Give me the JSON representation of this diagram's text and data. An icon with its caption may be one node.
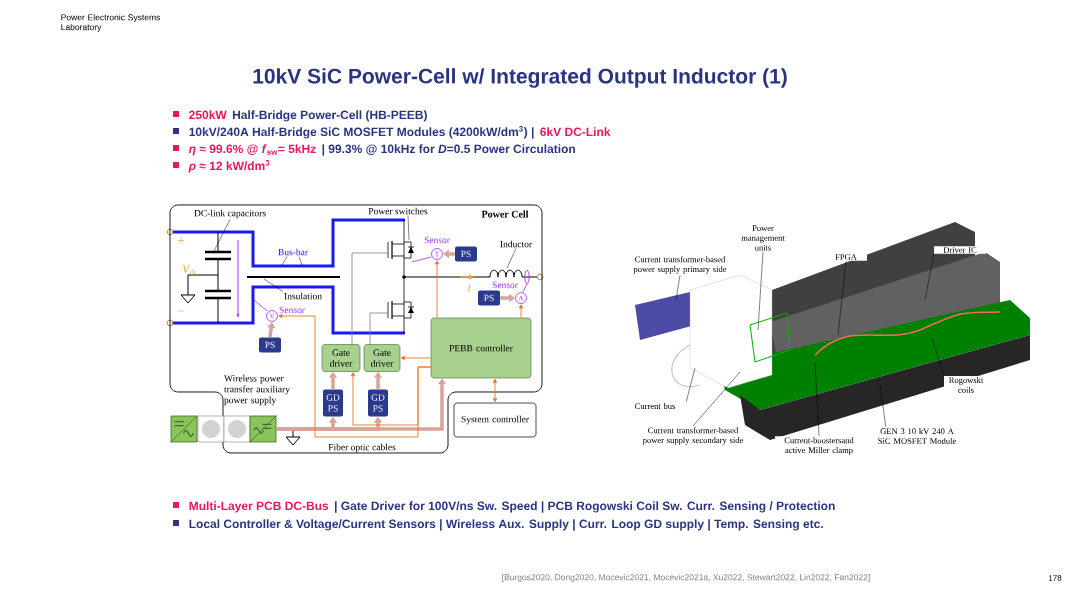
{
  "diagram": {
    "title": "10kV SiC Power-Cell w/ Integrated Output Inductor (1)",
    "nodes": [
      {
        "text": [
          "Power Cell"
        ]
      },
      {
        "text": [
          "DC-link capacitors"
        ],
        "in": 0
      },
      {
        "text": [
          "Power switches"
        ],
        "in": 0
      },
      {
        "text": [
          "Bus-bar"
        ],
        "in": 0
      },
      {
        "text": [
          "Insulation"
        ],
        "in": 0
      },
      {
        "text": [
          "Inductor"
        ],
        "in": 0
      },
      {
        "text": [
          "V"
        ],
        "beside": [
          "Sensor"
        ],
        "in": 0
      },
      {
        "text": [
          "T"
        ],
        "beside": [
          "Sensor"
        ],
        "in": 0
      },
      {
        "text": [
          "A"
        ],
        "beside": [
          "Sensor"
        ],
        "in": 0
      },
      {
        "text": [
          "PS"
        ],
        "in": 0
      },
      {
        "text": [
          "PS"
        ],
        "in": 0
      },
      {
        "text": [
          "PS"
        ],
        "in": 0
      },
      {
        "text": [
          "Gate driver"
        ],
        "in": 0
      },
      {
        "text": [
          "Gate driver"
        ],
        "in": 0
      },
      {
        "text": [
          "PEBB controller"
        ],
        "in": 0
      },
      {
        "text": [
          "GD PS"
        ],
        "in": 0
      },
      {
        "text": [
          "GD PS"
        ],
        "in": 0
      },
      {
        "text": [
          "Wireless power transfer auxiliary power supply"
        ],
        "in": 0
      },
      {
        "text": [
          "System controller"
        ]
      },
      {
        "text": [],
        "shape": "box"
      },
      {
        "text": [],
        "shape": "box"
      },
      {
        "text": [],
        "shape": "box",
        "in": 0
      },
      {
        "text": [],
        "shape": "box",
        "in": 0
      },
      {
        "text": [
          "Power management units"
        ]
      },
      {
        "text": [
          "FPGA"
        ]
      },
      {
        "text": [
          "Driver IC"
        ]
      },
      {
        "text": [
          "Current transformer-based power supply primary side"
        ]
      },
      {
        "text": [
          "Rogowski coils"
        ]
      },
      {
        "text": [
          "Current bus"
        ]
      },
      {
        "text": [
          "Current transformer-based power supply secondary side"
        ]
      },
      {
        "text": [
          "Current-boostersand active Miller clamp"
        ]
      },
      {
        "text": [
          "GEN 3 10 kV 240 A SiC MOSFET Module"
        ]
      }
    ],
    "edges": [
      {
        "from": 9,
        "to": 6,
        "arrow": "to",
        "style": "thick",
        "color": "#d9a39b"
      },
      {
        "from": 10,
        "to": 7,
        "arrow": "to",
        "style": "thick",
        "color": "#d9a39b"
      },
      {
        "from": 11,
        "to": 8,
        "arrow": "to",
        "style": "thick",
        "color": "#d9a39b"
      },
      {
        "from": 15,
        "to": 12,
        "arrow": "to",
        "style": "thick",
        "color": "#d9a39b"
      },
      {
        "from": 16,
        "to": 13,
        "arrow": "to",
        "style": "thick",
        "color": "#d9a39b"
      },
      {
        "from": 22,
        "to": 15,
        "arrow": "to",
        "style": "thick",
        "color": "#d9a39b"
      },
      {
        "from": 22,
        "to": 16,
        "arrow": "to",
        "style": "thick",
        "color": "#d9a39b"
      },
      {
        "from": 22,
        "to": 14,
        "arrow": "to",
        "style": "thick",
        "color": "#d9a39b"
      },
      {
        "from": 14,
        "to": 7,
        "arrow": "to",
        "color": "#e87722"
      },
      {
        "from": 14,
        "to": 8,
        "arrow": "to",
        "color": "#e87722"
      },
      {
        "from": 14,
        "to": 13,
        "arrow": "to",
        "color": "#e87722"
      },
      {
        "from": 14,
        "to": 12,
        "arrow": "to",
        "color": "#e87722"
      },
      {
        "from": 14,
        "to": 6,
        "arrow": "to",
        "color": "#e87722"
      },
      {
        "from": 14,
        "to": 18,
        "arrow": "both",
        "color": "#e87722"
      },
      {
        "from": 1,
        "to": null,
        "arrow": "none"
      },
      {
        "from": 2,
        "to": null,
        "arrow": "none"
      },
      {
        "from": 3,
        "to": null,
        "arrow": "none"
      },
      {
        "from": 3,
        "to": null,
        "arrow": "none"
      },
      {
        "from": 4,
        "to": null,
        "arrow": "none"
      },
      {
        "from": 5,
        "to": null,
        "arrow": "none"
      },
      {
        "from": 23,
        "to": null,
        "arrow": "none"
      },
      {
        "from": 24,
        "to": null,
        "arrow": "none"
      },
      {
        "from": 25,
        "to": null,
        "arrow": "none"
      },
      {
        "from": 26,
        "to": null,
        "arrow": "none"
      },
      {
        "from": 27,
        "to": null,
        "arrow": "none"
      },
      {
        "from": 28,
        "to": null,
        "arrow": "none"
      },
      {
        "from": 29,
        "to": null,
        "arrow": "none"
      },
      {
        "from": 30,
        "to": null,
        "arrow": "none"
      },
      {
        "from": 31,
        "to": null,
        "arrow": "none"
      }
    ],
    "labels": [
      "Power Electronic Systems Laboratory",
      "250kW",
      "Half-Bridge Power-Cell (HB-PEEB)",
      "10kV/240A Half-Bridge SiC MOSFET Modules (4200kW/dm$^{3}$) |",
      "6kV DC-Link",
      "*η* ≈ 99.6% @ *f*$_{sw}$= 5kHz",
      "| 99.3% @ 10kHz for *D*=0.5 Power Circulation",
      "*ρ* ≈ 12 kW/dm$^{3}$",
      "+",
      "*V*$_{dc}$",
      "−",
      "I",
      "Fiber optic cables",
      "Multi-Layer PCB DC-Bus",
      "| Gate Driver for 100V/ns Sw. Speed | PCB Rogowski Coil Sw. Curr. Sensing / Protection",
      "Local Controller & Voltage/Current Sensors | Wireless Aux. Supply | Curr. Loop GD supply | Temp. Sensing etc.",
      "[Burgos2020, Dong2020, Mocevic2021, Mocevic2021a, Xu2022, Stewart2022, Lin2022, Fan2022]",
      "178"
    ]
  }
}
